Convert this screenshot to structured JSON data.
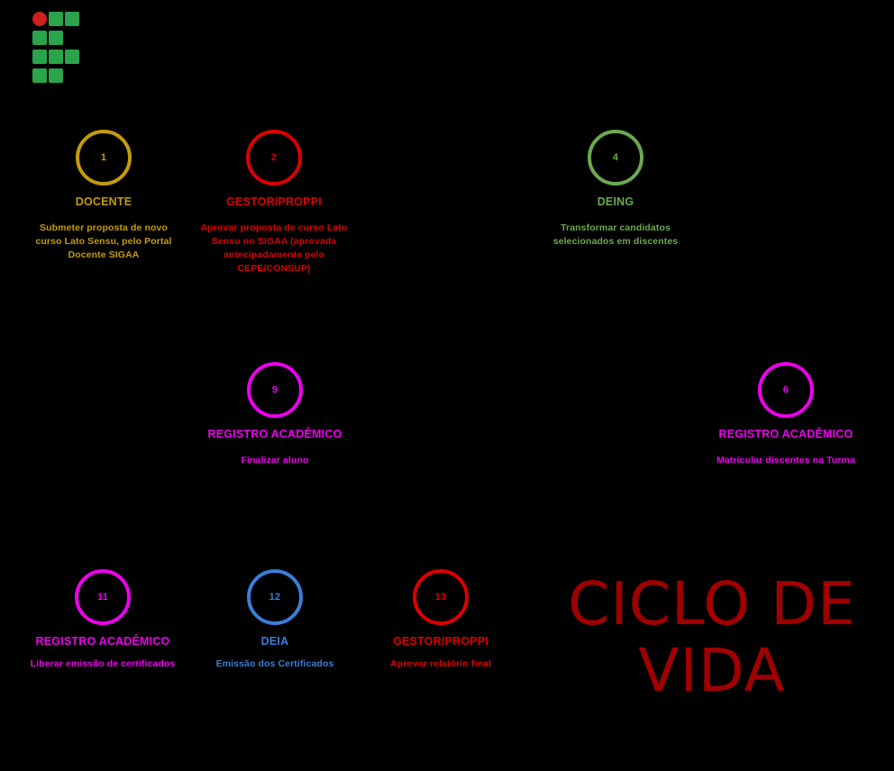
{
  "page": {
    "background_color": "#000000",
    "title_text_line1": "CICLO DE",
    "title_text_line2": "VIDA",
    "title_color": "#a00000"
  },
  "logo": {
    "name": "instituto-federal-logo",
    "green": "#2aa34a",
    "red": "#cc1f1f"
  },
  "nodes": [
    {
      "number": "1",
      "role": "DOCENTE",
      "task": "Submeter proposta de novo curso Lato Sensu, pelo Portal Docente SIGAA",
      "color": "#c39b0e"
    },
    {
      "number": "2",
      "role": "GESTOR/PROPPI",
      "task": "Aprovar proposta de curso Lato Sensu no SIGAA (aprovada antecipadamente pelo CEPE/CONSUP)",
      "color": "#dd0000"
    },
    {
      "number": "4",
      "role": "DEING",
      "task": "Transformar candidatos selecionados em discentes",
      "color": "#6aaa4f"
    },
    {
      "number": "9",
      "role": "REGISTRO ACADÊMICO",
      "task": "Finalizar aluno",
      "color": "#ee00ee"
    },
    {
      "number": "6",
      "role": "REGISTRO ACADÊMICO",
      "task": "Matricular discentes na Turma",
      "color": "#ee00ee"
    },
    {
      "number": "11",
      "role": "REGISTRO ACADÊMICO",
      "task": "Liberar emissão de certificados",
      "color": "#ee00ee"
    },
    {
      "number": "12",
      "role": "DEIA",
      "task": "Emissão dos Certificados",
      "color": "#3b7dd8"
    },
    {
      "number": "13",
      "role": "GESTOR/PROPPI",
      "task": "Aprovar relatório final",
      "color": "#dd0000"
    }
  ]
}
